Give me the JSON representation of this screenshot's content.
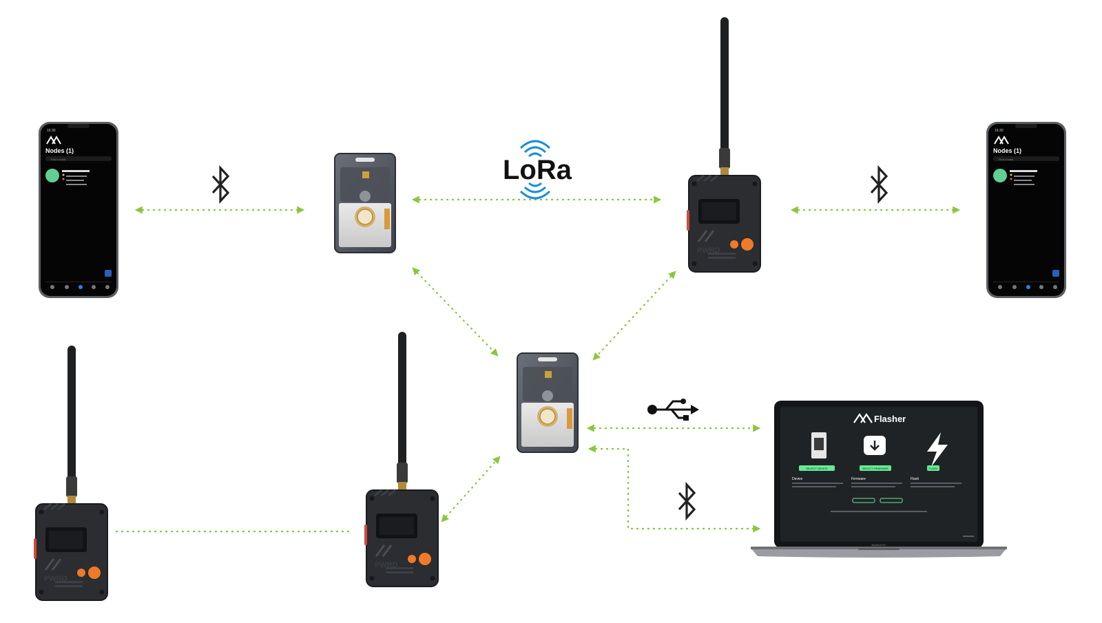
{
  "labels": {
    "lora": "LoRa",
    "phone_title": "Nodes (1)",
    "phone_time": "16:30",
    "phone_search": "Find a node",
    "flasher_title": "Flasher",
    "device_brand": "PWRD",
    "laptop_model": "MacBook Pro"
  },
  "flasher": {
    "columns": [
      {
        "heading": "Device",
        "button": "SELECT DEVICE"
      },
      {
        "heading": "Firmware",
        "button": "SELECT FIRMWARE"
      },
      {
        "heading": "Flash",
        "button": "FLASH"
      }
    ]
  },
  "links": [
    {
      "from": "phone-left",
      "to": "card-top",
      "type": "bluetooth"
    },
    {
      "from": "card-top",
      "to": "radio-top-right",
      "type": "lora"
    },
    {
      "from": "radio-top-right",
      "to": "phone-right",
      "type": "bluetooth"
    },
    {
      "from": "card-top",
      "to": "card-center",
      "type": "lora"
    },
    {
      "from": "radio-top-right",
      "to": "card-center",
      "type": "lora"
    },
    {
      "from": "radio-bottom-left",
      "to": "radio-bottom-center",
      "type": "lora"
    },
    {
      "from": "radio-bottom-center",
      "to": "card-center",
      "type": "lora"
    },
    {
      "from": "card-center",
      "to": "laptop",
      "type": "usb"
    },
    {
      "from": "card-center",
      "to": "laptop",
      "type": "bluetooth"
    }
  ],
  "icons": [
    "bluetooth-icon",
    "lora-logo",
    "usb-icon",
    "meshtastic-logo-icon",
    "flash-icon",
    "folder-download-icon"
  ],
  "colors": {
    "link": "#8cc63f",
    "lora_blue": "#1a8fd8",
    "device_body": "#2b2d31",
    "device_accent": "#f07a28",
    "flasher_green": "#67ea94",
    "screen_dark": "#202326"
  }
}
